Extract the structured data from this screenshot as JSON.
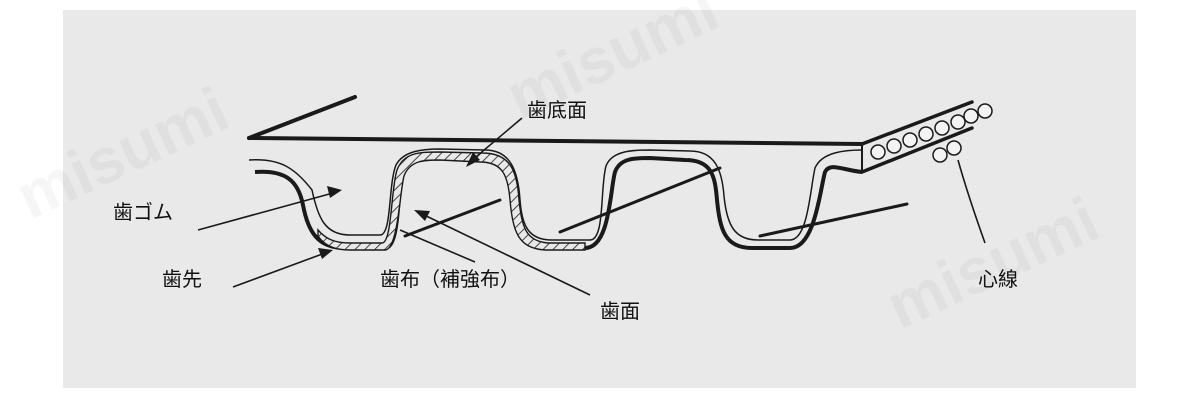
{
  "diagram": {
    "labels": {
      "tooth_rubber": "歯ゴム",
      "tooth_tip": "歯先",
      "tooth_bottom_surface": "歯底面",
      "tooth_fabric": "歯布（補強布）",
      "tooth_surface": "歯面",
      "core_wire": "心線"
    },
    "watermark": "misumi"
  }
}
